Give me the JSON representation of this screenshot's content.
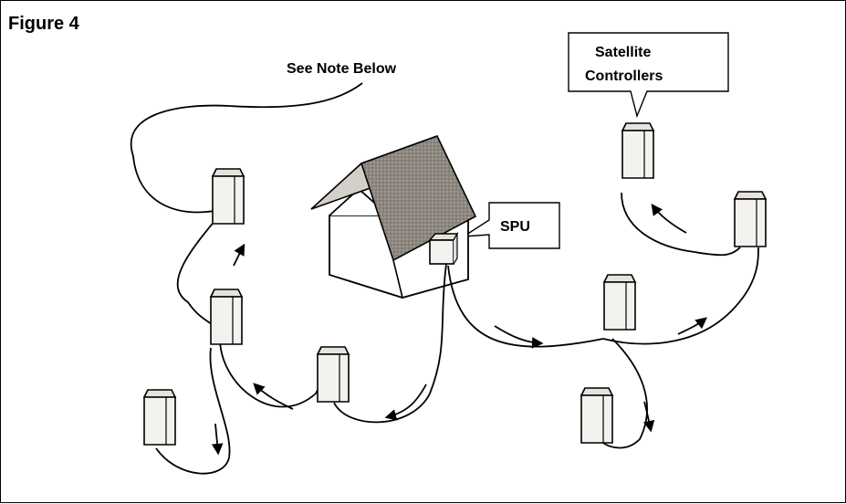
{
  "figure": {
    "label": "Figure 4",
    "note_label": "See Note Below",
    "satellite_callout": {
      "line1": "Satellite",
      "line2": "Controllers"
    },
    "spu_callout": "SPU"
  },
  "colors": {
    "ink": "#000000",
    "controller_fill": "#f4f2ee",
    "controller_top": "#e6e3dd",
    "roof": "#8f8880",
    "roof_edge": "#bdb6ae",
    "house_wall": "#ffffff"
  }
}
